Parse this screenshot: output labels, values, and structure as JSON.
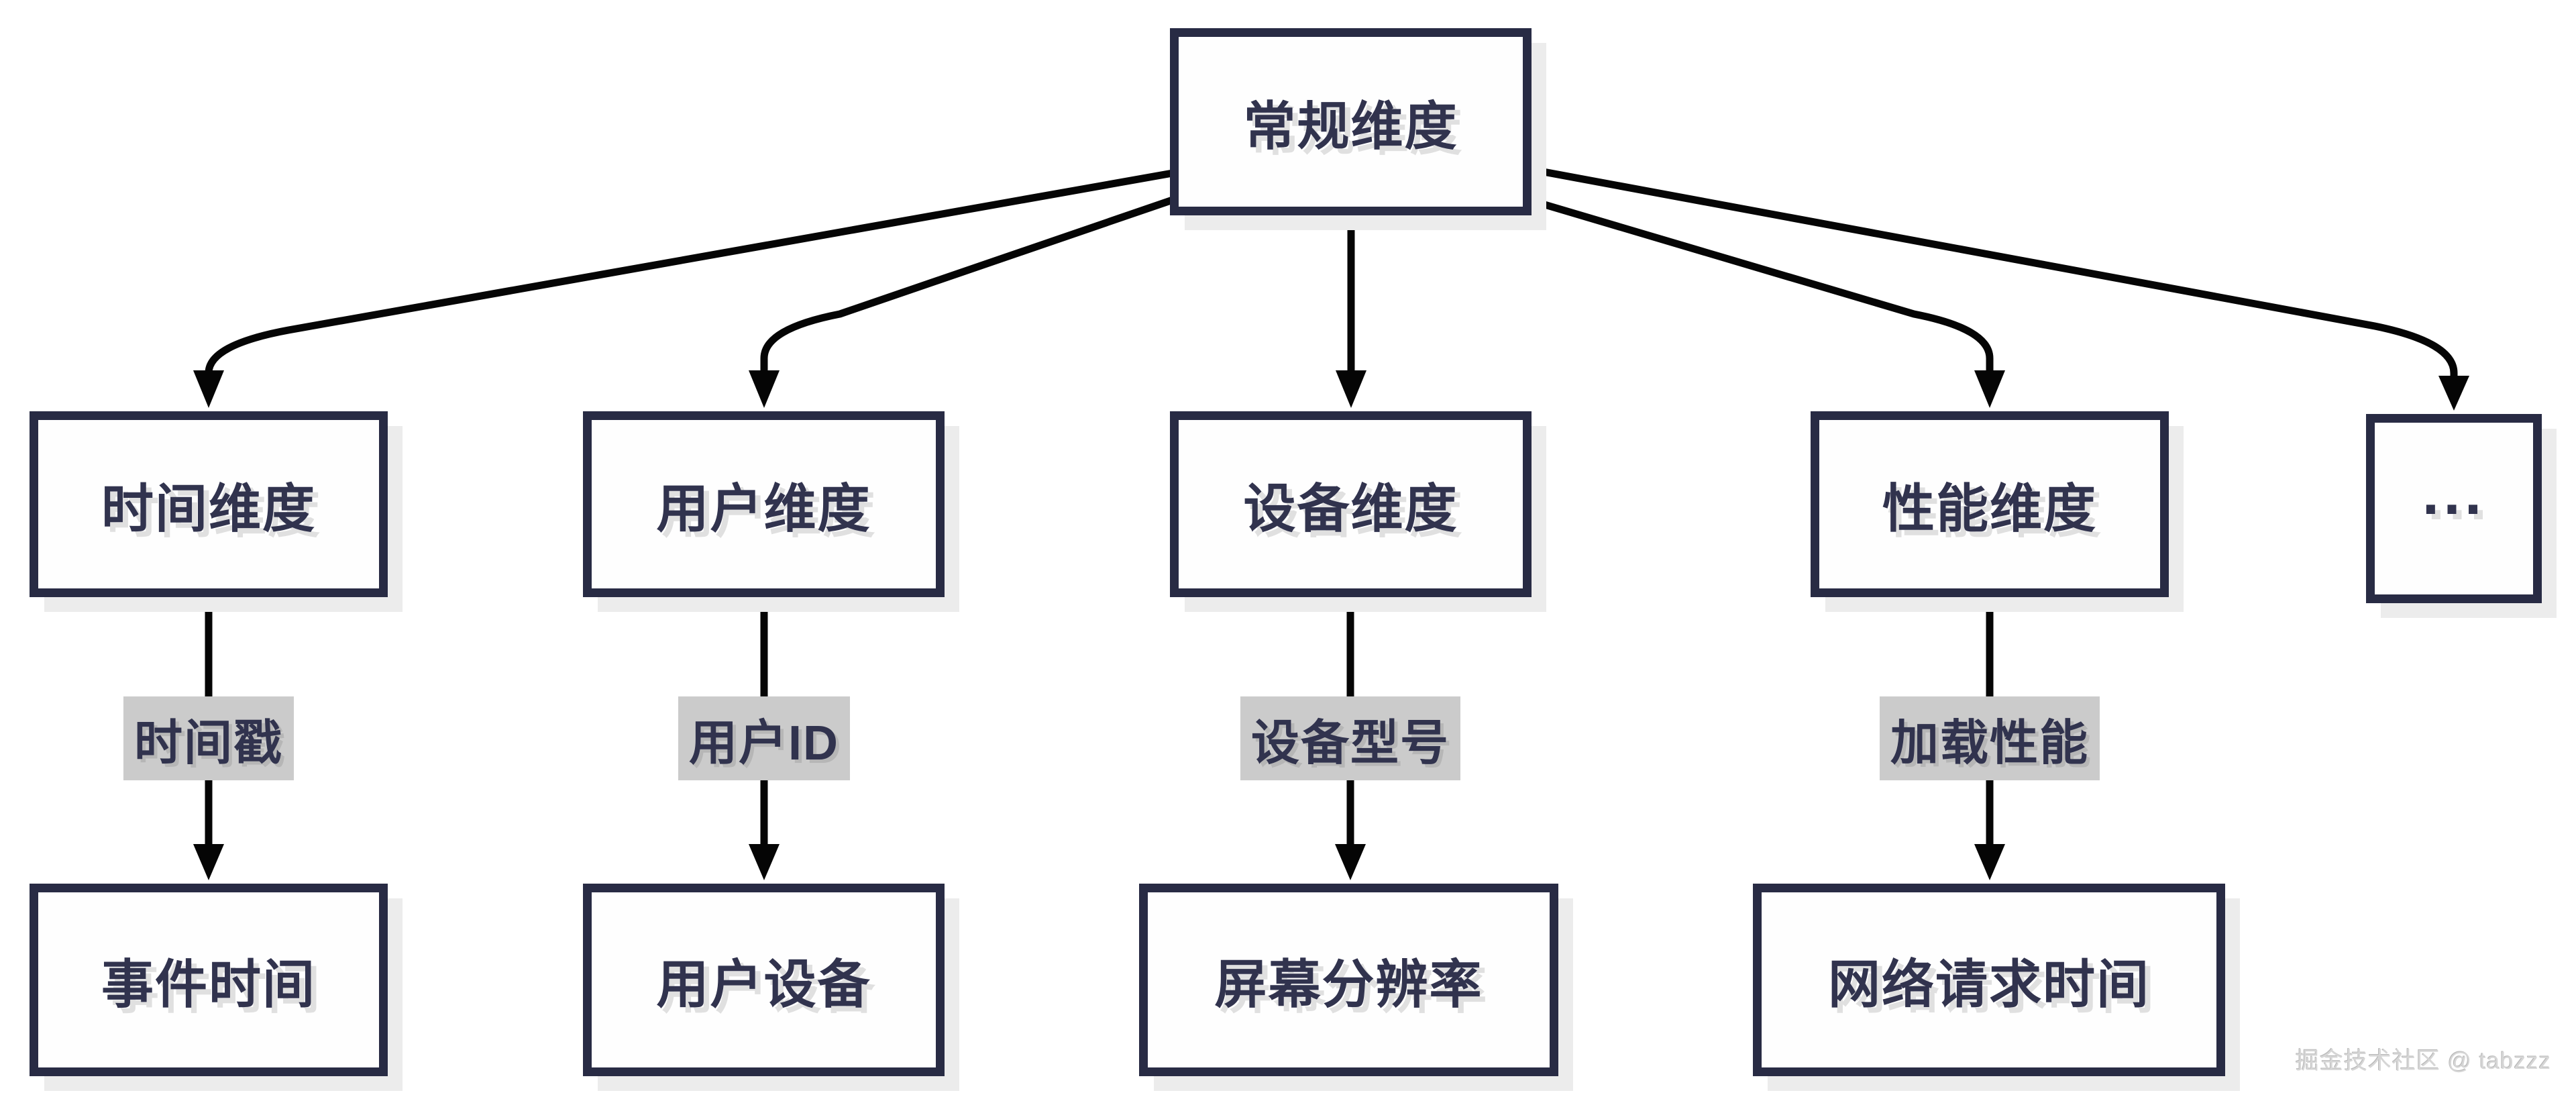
{
  "diagram": {
    "root": {
      "label": "常规维度"
    },
    "columns": [
      {
        "dimension": "时间维度",
        "edge_label": "时间戳",
        "leaf": "事件时间"
      },
      {
        "dimension": "用户维度",
        "edge_label": "用户ID",
        "leaf": "用户设备"
      },
      {
        "dimension": "设备维度",
        "edge_label": "设备型号",
        "leaf": "屏幕分辨率"
      },
      {
        "dimension": "性能维度",
        "edge_label": "加载性能",
        "leaf": "网络请求时间"
      },
      {
        "dimension": "..."
      }
    ]
  },
  "watermark": {
    "text": "掘金技术社区 @ tabzzz"
  },
  "colors": {
    "node_border": "#282b44",
    "node_text": "#31334e",
    "edge_label_bg": "#cbcbcb",
    "arrow": "#050505",
    "shadow": "#ececec",
    "background": "#ffffff"
  }
}
